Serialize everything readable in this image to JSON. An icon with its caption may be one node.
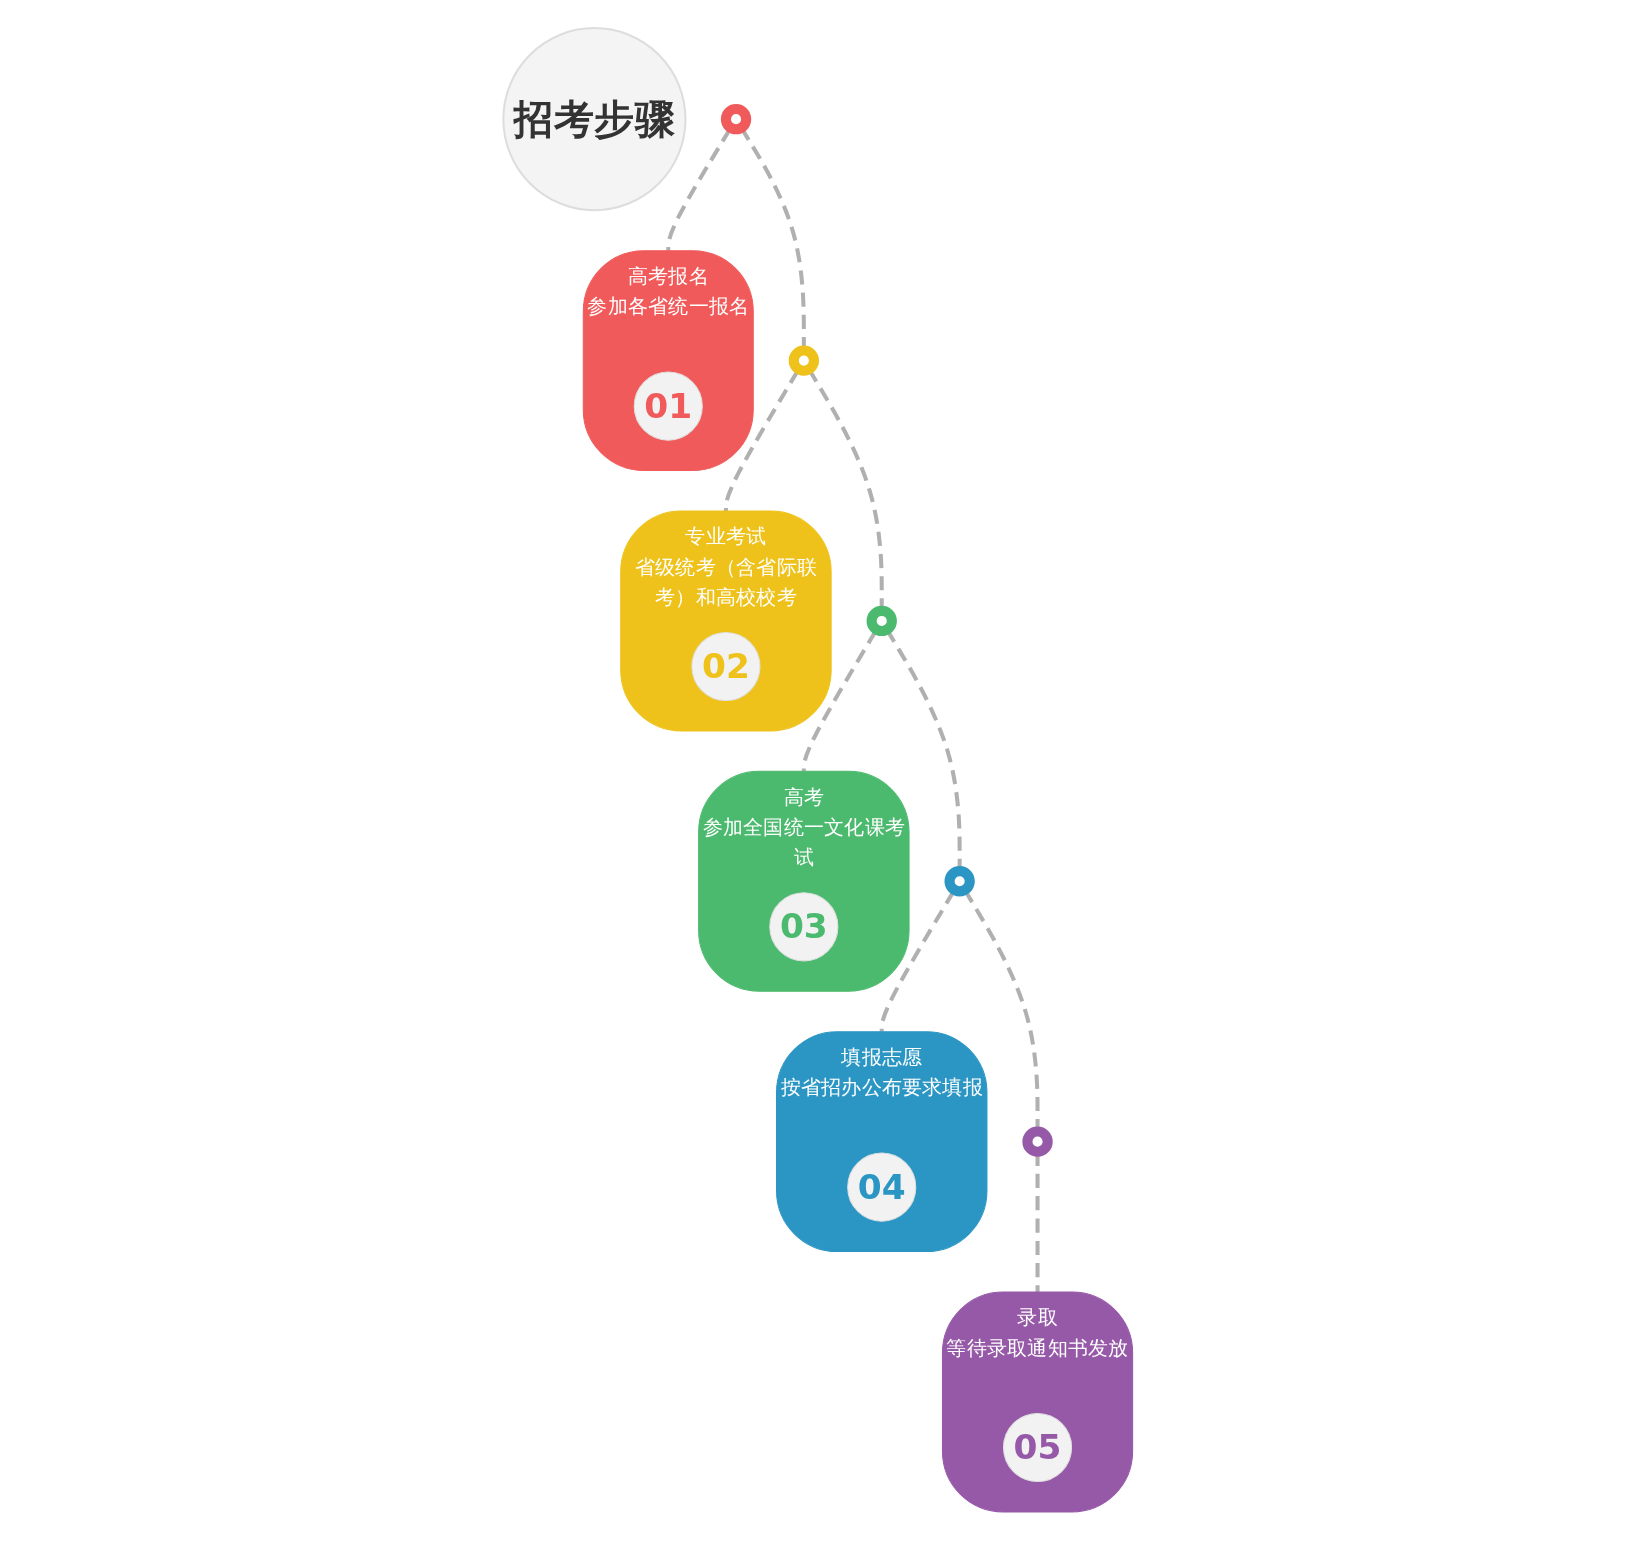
{
  "diagram": {
    "nodes": [
      {
        "text": [
          "招考步骤"
        ]
      },
      {
        "text": [],
        "shape": "circle"
      },
      {
        "text": [],
        "shape": "circle"
      },
      {
        "text": [],
        "shape": "circle"
      },
      {
        "text": [],
        "shape": "circle"
      },
      {
        "text": [],
        "shape": "circle"
      },
      {
        "text": [
          "高考报名",
          "参加各省统一报名"
        ]
      },
      {
        "text": [
          "01"
        ],
        "in": 6
      },
      {
        "text": [
          "专业考试",
          "省级统考（含省际联考）和高校校考"
        ]
      },
      {
        "text": [
          "02"
        ],
        "in": 8
      },
      {
        "text": [
          "高考",
          "参加全国统一文化课考试"
        ]
      },
      {
        "text": [
          "03"
        ],
        "in": 10
      },
      {
        "text": [
          "填报志愿",
          "按省招办公布要求填报"
        ]
      },
      {
        "text": [
          "04"
        ],
        "in": 12
      },
      {
        "text": [
          "录取",
          "等待录取通知书发放"
        ]
      },
      {
        "text": [
          "05"
        ],
        "in": 14
      }
    ],
    "edges": [
      {
        "from": 1,
        "to": 2,
        "arrow": "none",
        "style": "dashed"
      },
      {
        "from": 2,
        "to": 3,
        "arrow": "none",
        "style": "dashed"
      },
      {
        "from": 3,
        "to": 4,
        "arrow": "none",
        "style": "dashed"
      },
      {
        "from": 4,
        "to": 5,
        "arrow": "none",
        "style": "dashed"
      },
      {
        "from": 1,
        "to": 6,
        "arrow": "none",
        "style": "dashed"
      },
      {
        "from": 2,
        "to": 8,
        "arrow": "none",
        "style": "dashed"
      },
      {
        "from": 3,
        "to": 10,
        "arrow": "none",
        "style": "dashed"
      },
      {
        "from": 4,
        "to": 12,
        "arrow": "none",
        "style": "dashed"
      },
      {
        "from": 5,
        "to": 14,
        "arrow": "none",
        "style": "dashed"
      }
    ]
  }
}
